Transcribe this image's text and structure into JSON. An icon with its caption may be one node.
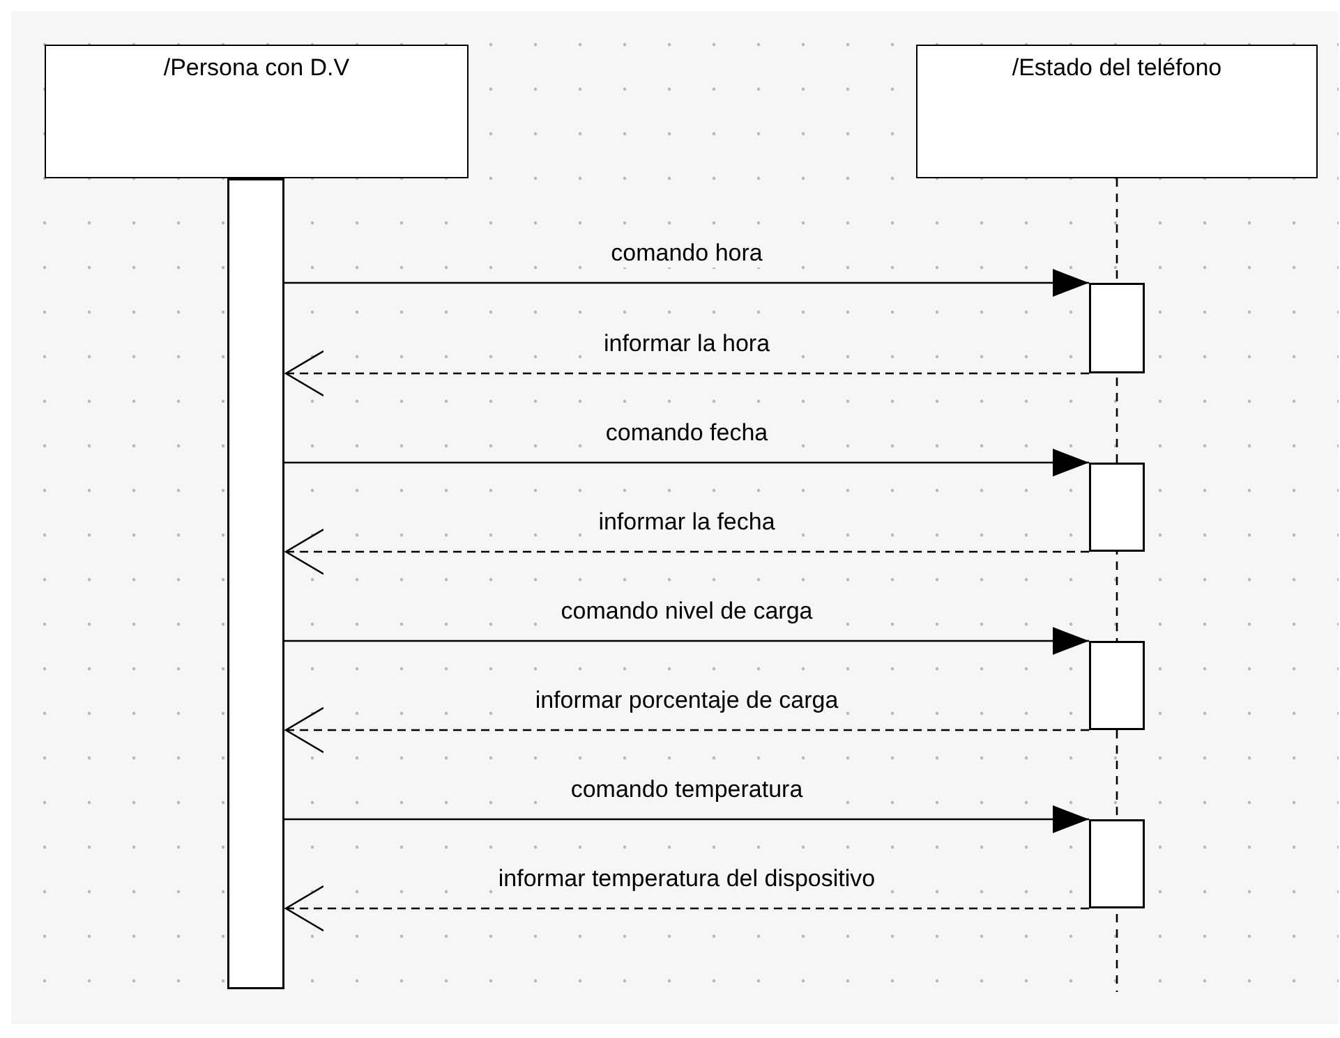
{
  "diagram": {
    "nodes": [
      {
        "text": [
          "/Persona con D.V"
        ]
      },
      {
        "text": [
          "/Estado del teléfono"
        ]
      },
      {
        "text": [],
        "shape": "bar"
      },
      {
        "text": [],
        "shape": "bar"
      },
      {
        "text": [],
        "shape": "bar"
      },
      {
        "text": [],
        "shape": "bar"
      },
      {
        "text": [],
        "shape": "bar"
      }
    ],
    "edges": [
      {
        "from": 2,
        "to": 3,
        "arrow": "to",
        "label": "comando hora"
      },
      {
        "from": 3,
        "to": 2,
        "arrow": "to",
        "label": "informar la hora",
        "style": "dashed"
      },
      {
        "from": 2,
        "to": 4,
        "arrow": "to",
        "label": "comando fecha"
      },
      {
        "from": 4,
        "to": 2,
        "arrow": "to",
        "label": "informar la fecha",
        "style": "dashed"
      },
      {
        "from": 2,
        "to": 5,
        "arrow": "to",
        "label": "comando nivel de carga"
      },
      {
        "from": 5,
        "to": 2,
        "arrow": "to",
        "label": "informar porcentaje de carga",
        "style": "dashed"
      },
      {
        "from": 2,
        "to": 6,
        "arrow": "to",
        "label": "comando temperatura"
      },
      {
        "from": 6,
        "to": 2,
        "arrow": "to",
        "label": "informar temperatura del dispositivo",
        "style": "dashed"
      }
    ]
  }
}
